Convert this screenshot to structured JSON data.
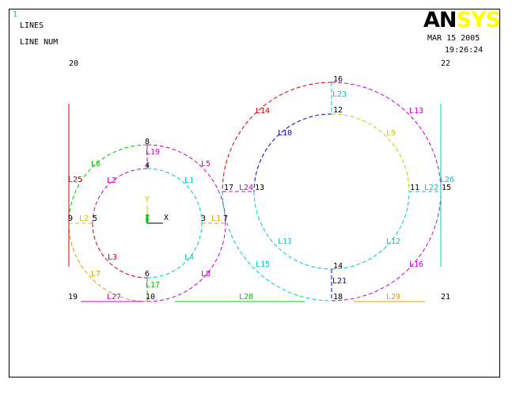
{
  "window_number": "1",
  "header": {
    "title_line1": "LINES",
    "title_line2": "LINE NUM",
    "date": "MAR 15 2005",
    "time": "19:26:24",
    "logo": {
      "part1": "AN",
      "part2": "SYS",
      "color1": "#000000",
      "color2": "#ffff00"
    }
  },
  "triad": {
    "x_label": "X",
    "y_label": "Y",
    "z_label": "Z",
    "x_color": "#000000",
    "y_color": "#c8c800",
    "z_color": "#00c800"
  },
  "colors": {
    "red": "#d00000",
    "green": "#00c800",
    "magenta": "#c800c8",
    "cyan": "#00c8c8",
    "blue": "#0000c8",
    "orange": "#e0a000",
    "yellow_green": "#c8c800",
    "black": "#000000"
  },
  "keypoint_labels": [
    "20",
    "22",
    "16",
    "12",
    "8",
    "4",
    "17",
    "13",
    "11",
    "15",
    "9",
    "5",
    "3",
    "7",
    "6",
    "14",
    "19",
    "10",
    "18",
    "21"
  ],
  "line_labels": [
    "L14",
    "L23",
    "L13",
    "L10",
    "L9",
    "L19",
    "L6",
    "L5",
    "L2",
    "L1",
    "L25",
    "L24",
    "L22",
    "L26",
    "L2",
    "L1",
    "L3",
    "L4",
    "L11",
    "L12",
    "L15",
    "L16",
    "L7",
    "L8",
    "L17",
    "L21",
    "L27",
    "L28",
    "L29"
  ]
}
